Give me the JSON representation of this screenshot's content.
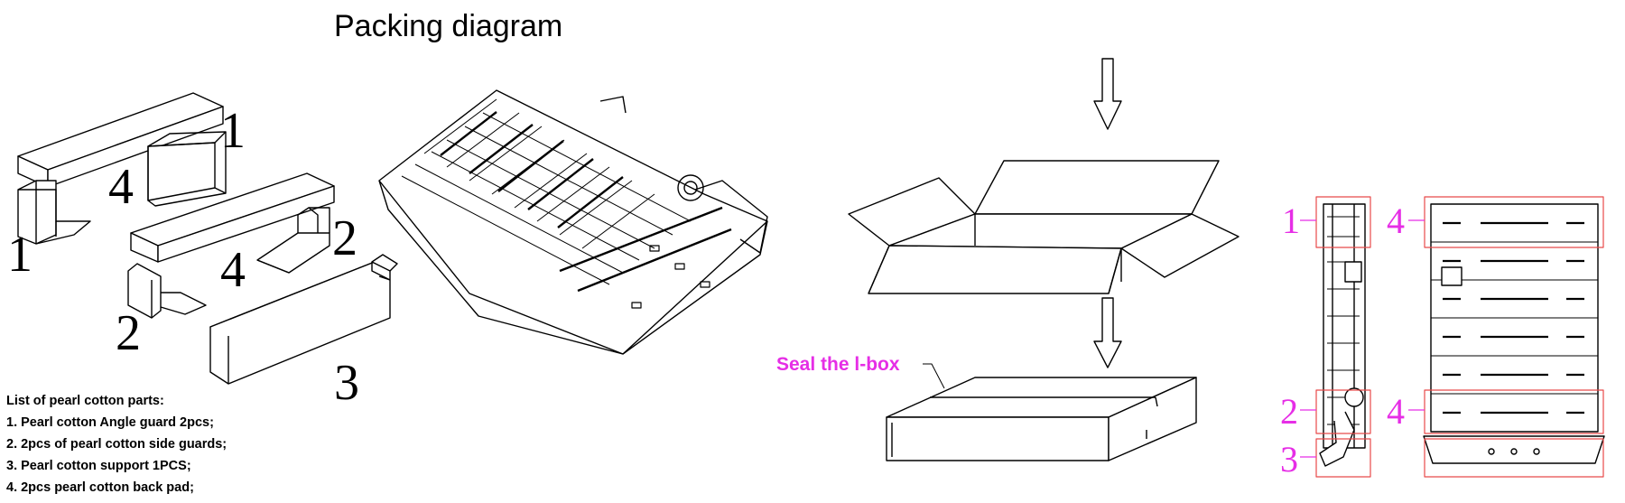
{
  "title": "Packing diagram",
  "callouts": {
    "left": [
      "1",
      "1",
      "4",
      "2",
      "4",
      "2",
      "3"
    ],
    "right": [
      "1",
      "2",
      "3",
      "4",
      "4"
    ]
  },
  "parts_list": {
    "heading": "List of pearl cotton parts:",
    "items": [
      "1. Pearl cotton Angle guard 2pcs;",
      "2. 2pcs of pearl cotton side guards;",
      "3. Pearl cotton support 1PCS;",
      "4. 2pcs pearl cotton back pad;"
    ]
  },
  "seal_label": "Seal the l-box",
  "colors": {
    "line": "#000000",
    "accent": "#e62ee6",
    "highlight_box": "#e84a4a"
  }
}
